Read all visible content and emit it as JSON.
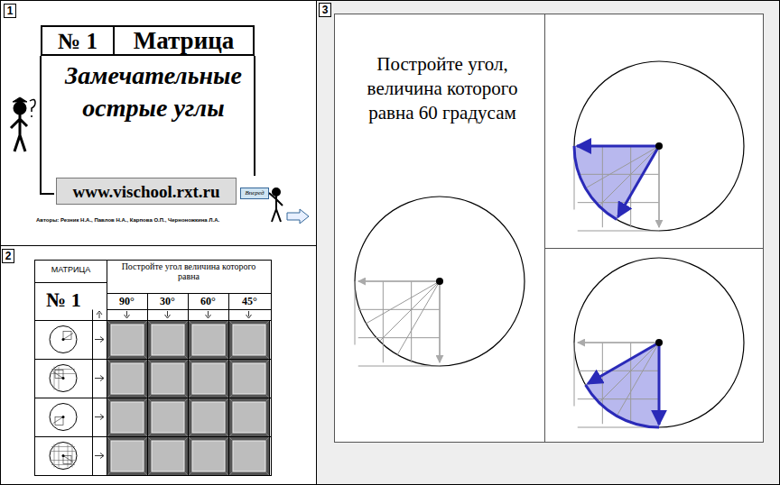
{
  "diagram": {
    "nodes": [
      {
        "text": [
          "1"
        ]
      },
      {
        "text": [
          "№ 1",
          "Матрица"
        ]
      },
      {
        "text": [
          "www.vischool.rxt.ru"
        ]
      },
      {
        "text": [
          "Вперед"
        ]
      },
      {
        "text": [
          "2"
        ]
      },
      {
        "text": [
          "3"
        ]
      }
    ],
    "labels": [
      "Замечательные острые углы",
      "Авторы: Резник Н.А., Павлов Н.А., Карпова О.П., Черноножкина Л.А.",
      "МАТРИЦА",
      "№ 1",
      "Постройте угол величина которого равна",
      "90°",
      "30°",
      "60°",
      "45°",
      "Постройте угол, величина которого равна 60 градусам"
    ]
  }
}
